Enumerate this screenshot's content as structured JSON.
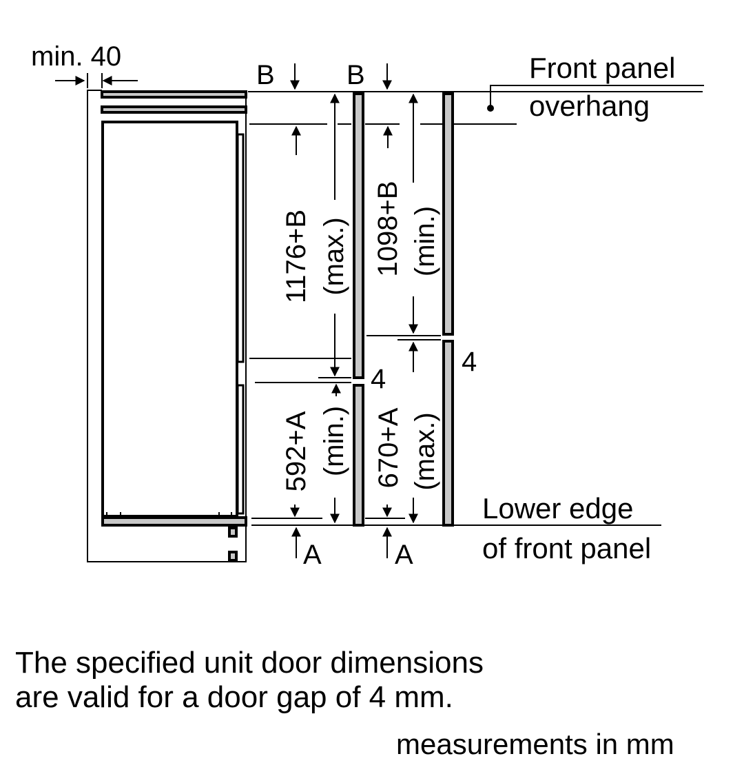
{
  "diagram": {
    "min_clearance_label": "min. 40",
    "b_marker_1": "B",
    "b_marker_2": "B",
    "a_marker_1": "A",
    "a_marker_2": "A",
    "front_panel_overhang_line1": "Front panel",
    "front_panel_overhang_line2": "overhang",
    "lower_edge_line1": "Lower edge",
    "lower_edge_line2": "of front panel",
    "upper_door_max": {
      "value": "1176+B",
      "qualifier": "(max.)"
    },
    "upper_door_min": {
      "value": "1098+B",
      "qualifier": "(min.)"
    },
    "lower_door_min": {
      "value": "592+A",
      "qualifier": "(min.)"
    },
    "lower_door_max": {
      "value": "670+A",
      "qualifier": "(max.)"
    },
    "gap_label_1": "4",
    "gap_label_2": "4"
  },
  "notes": {
    "door_gap_line1": "The specified unit door dimensions",
    "door_gap_line2": "are valid for a door gap of 4 mm.",
    "units": "measurements in mm"
  },
  "colors": {
    "panel_fill": "#c8c8c8",
    "line": "#000000"
  }
}
